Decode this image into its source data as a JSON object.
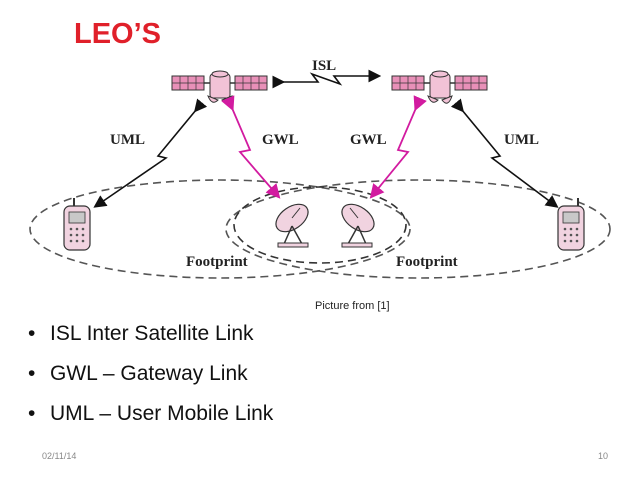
{
  "slide": {
    "title": "LEO’S",
    "caption": "Picture from [1]",
    "bullets": [
      "ISL Inter Satellite Link",
      "GWL – Gateway Link",
      "UML – User Mobile Link"
    ],
    "date": "02/11/14",
    "page_number": "10"
  },
  "diagram": {
    "labels": {
      "isl": "ISL",
      "uml_left": "UML",
      "gwl_left": "GWL",
      "gwl_right": "GWL",
      "uml_right": "UML",
      "footprint_left": "Footprint",
      "footprint_right": "Footprint"
    },
    "colors": {
      "gateway_link": "#d21ba0",
      "user_link": "#111111",
      "satellite_panel": "#e890b8",
      "footprint": "#555555"
    }
  }
}
